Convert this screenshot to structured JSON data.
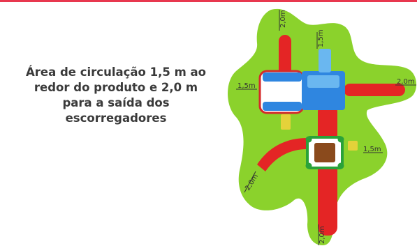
{
  "caption": {
    "lines": [
      "Área de circulação 1,5 m ao",
      "redor do produto e 2,0 m",
      "para a saída dos",
      "escorregadores"
    ]
  },
  "dimensions": {
    "top": "2,0m",
    "top_right": "1,5m",
    "left": "1,5m",
    "right": "2,0m",
    "mid_right": "1,5m",
    "bottom_left": "2,0m",
    "bottom": "2,0m"
  },
  "colors": {
    "accent_bar": "#e8384f",
    "safety_zone": "#8bd22c",
    "slide": "#e42525",
    "platform": "#2f86e0",
    "roof_light": "#6ab7f0",
    "frame_green": "#2aa23a",
    "climbing_brown": "#8a4a1c",
    "step_yellow": "#e4d23a"
  }
}
